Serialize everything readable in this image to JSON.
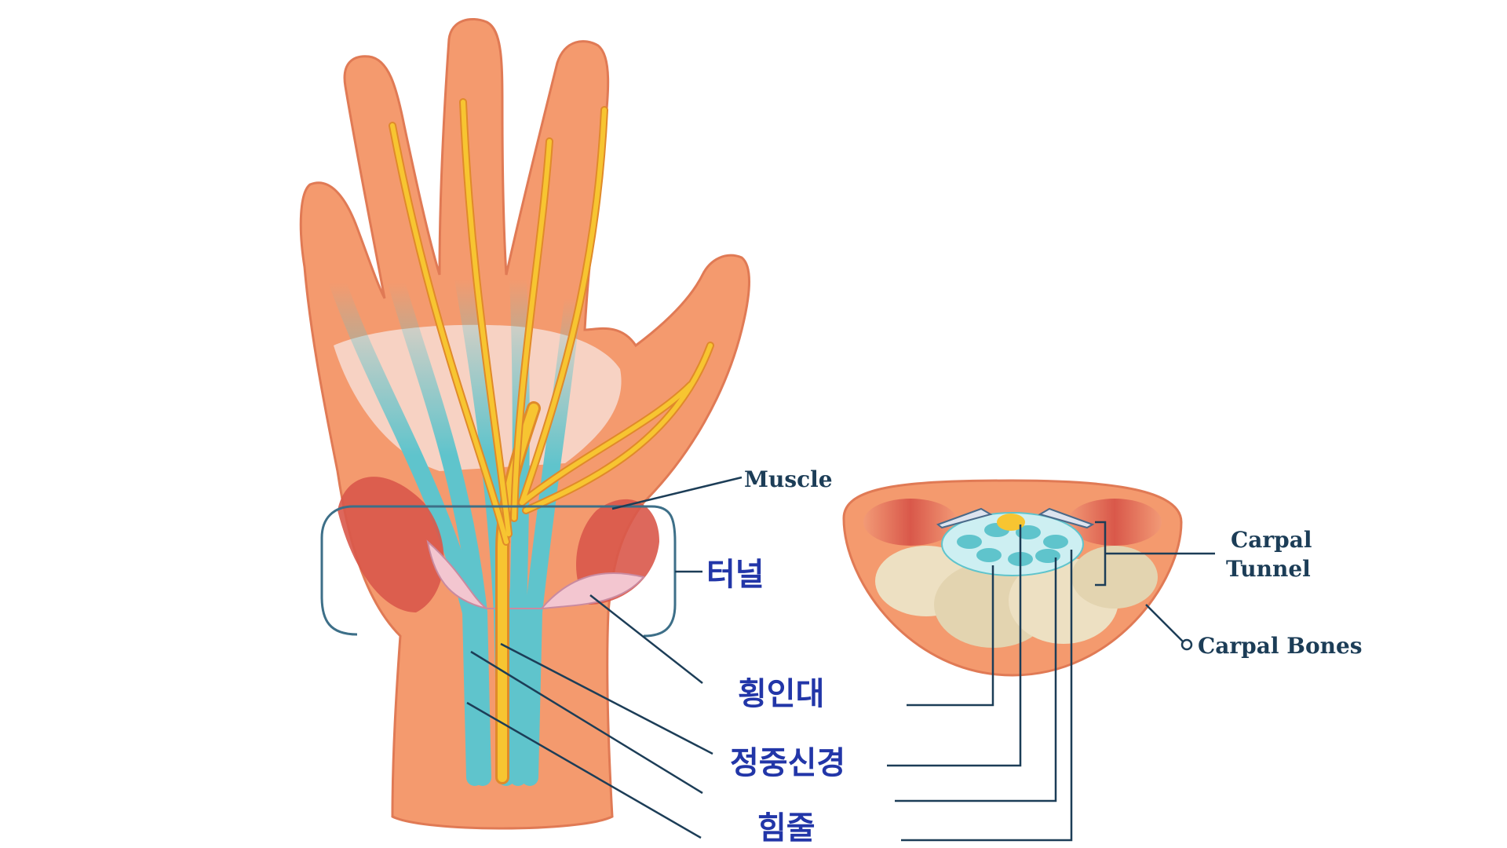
{
  "labels": {
    "muscle": "Muscle",
    "tunnel_ko": "터널",
    "ligament_ko": "횡인대",
    "median_nerve_ko": "정중신경",
    "tendon_ko": "힘줄",
    "carpal_tunnel_line1": "Carpal",
    "carpal_tunnel_line2": "Tunnel",
    "carpal_bones": "Carpal Bones"
  },
  "colors": {
    "skin": "#f49a6e",
    "skin_edge": "#e07a55",
    "nerve": "#f7c531",
    "nerve_edge": "#e08a2a",
    "tendon": "#5fc4cc",
    "muscle": "#d9584a",
    "ligament": "#f3c6d0",
    "bone": "#ede0c2",
    "leader": "#1c3d57",
    "korean_text": "#2236a8"
  }
}
